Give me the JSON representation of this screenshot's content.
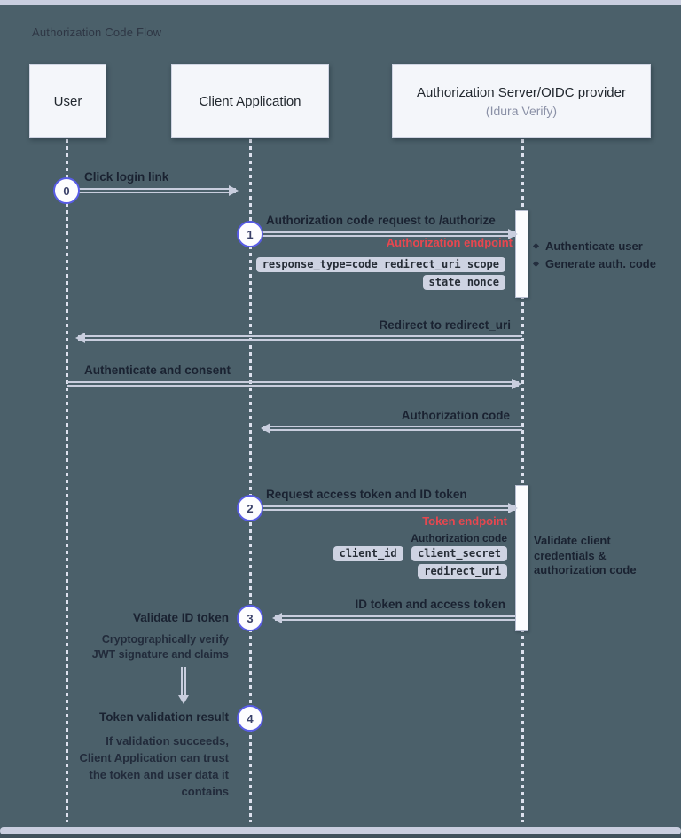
{
  "title": "Authorization Code Flow",
  "actors": [
    {
      "label": "User"
    },
    {
      "label": "Client Application"
    },
    {
      "label": "Authorization Server/OIDC provider",
      "sublabel": "(Idura Verify)"
    }
  ],
  "badges": [
    "0",
    "1",
    "2",
    "3",
    "4"
  ],
  "messages": {
    "click_login": "Click login link",
    "auth_code_request": "Authorization code request to /authorize",
    "authorization_endpoint": "Authorization endpoint",
    "auth_params_line1": "response_type=code redirect_uri scope",
    "auth_params_line2": "state nonce",
    "server_action_1": "Authenticate user",
    "server_action_2": "Generate auth. code",
    "redirect": "Redirect to redirect_uri",
    "authenticate_consent": "Authenticate and consent",
    "authorization_code": "Authorization code",
    "token_request": "Request access token and ID token",
    "token_endpoint": "Token endpoint",
    "token_request_sub": "Authorization code",
    "chip_client_id": "client_id",
    "chip_client_secret": "client_secret",
    "chip_redirect_uri": "redirect_uri",
    "validate_client_note": "Validate client credentials & authorization code",
    "id_token_response": "ID token and access token",
    "validate_id_token": "Validate ID token",
    "verify_note": "Cryptographically verify JWT signature and claims",
    "token_validation_result": "Token validation result",
    "result_note": "If validation succeeds, Client Application can trust the token and user data it contains"
  },
  "colors": {
    "background": "#4b606a",
    "actor_box": "#f4f6fa",
    "accent_circle": "#585ce5",
    "arrow": "#c9cede",
    "endpoint_red": "#e8474f",
    "chip_bg": "#ced3e2",
    "label_text": "#1a2231"
  }
}
